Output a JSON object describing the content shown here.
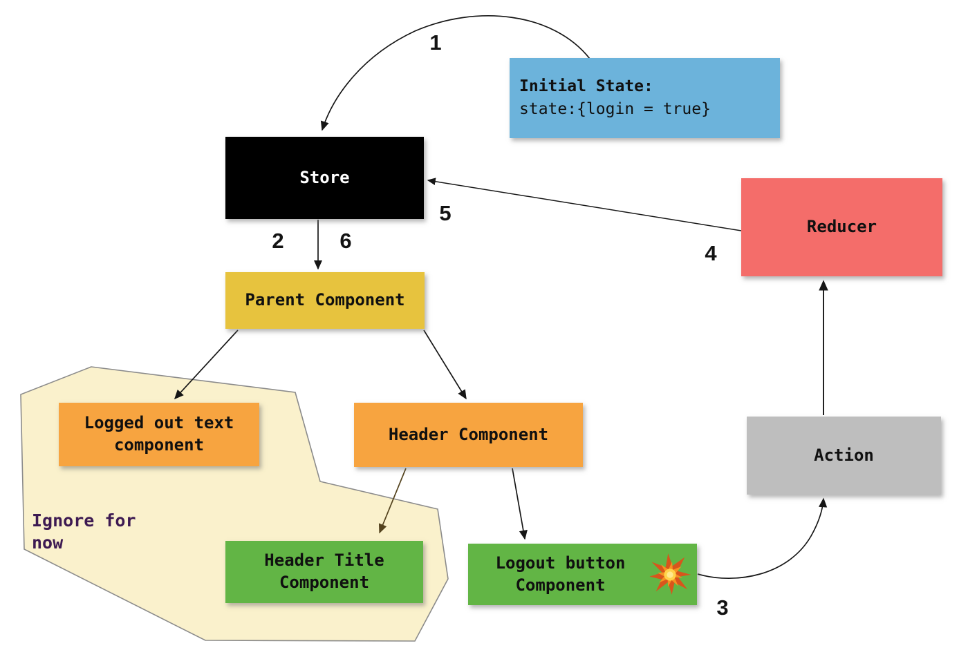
{
  "nodes": {
    "initial_state": {
      "title": "Initial State:",
      "code": "state:{login = true}",
      "color": "#6CB3DB"
    },
    "store": {
      "label": "Store",
      "color": "#000000"
    },
    "parent_component": {
      "label": "Parent Component",
      "color": "#E7C33E"
    },
    "reducer": {
      "label": "Reducer",
      "color": "#F46D6A"
    },
    "action": {
      "label": "Action",
      "color": "#BEBEBE"
    },
    "logged_out_text": {
      "label": "Logged out text component",
      "color": "#F7A440"
    },
    "header_component": {
      "label": "Header Component",
      "color": "#F7A440"
    },
    "header_title": {
      "label": "Header Title Component",
      "color": "#62B545"
    },
    "logout_button": {
      "label": "Logout button Component",
      "color": "#62B545",
      "icon": "explosion-icon"
    }
  },
  "annotations": {
    "ignore_note": "Ignore for now",
    "step_labels": [
      "1",
      "2",
      "3",
      "4",
      "5",
      "6"
    ],
    "ignore_region_color": "#FAF1CC"
  }
}
